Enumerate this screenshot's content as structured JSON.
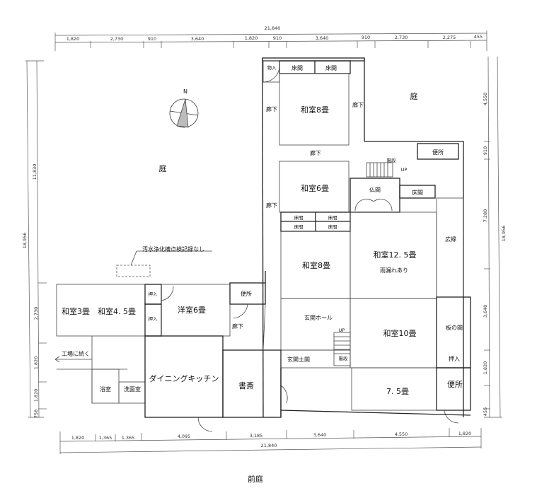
{
  "dimensions": {
    "top_total": "21,840",
    "top": [
      "1,820",
      "2,730",
      "910",
      "3,640",
      "1,820",
      "910",
      "3,640",
      "910",
      "2,730",
      "2,275",
      "455"
    ],
    "bottom": [
      "1,820",
      "1,365",
      "1,365",
      "4,095",
      "3,185",
      "3,640",
      "4,550",
      "1,820"
    ],
    "bottom_total": "21,840",
    "left_total": "18,956",
    "left": [
      "11,830",
      "2,730",
      "1,820",
      "1,820",
      "758"
    ],
    "right": [
      "4,550",
      "910",
      "7,280",
      "3,640",
      "1,820",
      "455"
    ],
    "right_total": "18,956"
  },
  "compass": {
    "label": "N"
  },
  "rooms": {
    "monoire": "物入",
    "tokonoma_a": "床間",
    "tokonoma_b": "床間",
    "washitsu8_upper": "和室8畳",
    "rouka_left_upper": "廊下",
    "rouka_right_upper": "廊下",
    "niwa_right": "庭",
    "rouka_middle": "廊下",
    "benjo_upper": "便所",
    "kaidan_upper": "階段",
    "up_upper": "UP",
    "washitsu6": "和室6畳",
    "butsuma": "仏間",
    "tokonoma_c": "床間",
    "rouka_left_lower": "廊下",
    "tokonoma_d": "床間",
    "tokonoma_e": "床間",
    "tokonoma_f": "床間",
    "tokonoma_g": "床間",
    "washitsu8_lower": "和室8畳",
    "washitsu12_5": "和室12. 5畳",
    "amamori": "雨漏れあり",
    "hiroen": "広縁",
    "genkan_hall": "玄関ホール",
    "up_lower": "UP",
    "kaidan_lower": "階段",
    "genkan_doma": "玄関土間",
    "washitsu10": "和室10畳",
    "itanoma": "板の間",
    "oshiire_right": "押入",
    "room7_5": "7. 5畳",
    "benjo_lower": "便所",
    "niwa_left": "庭",
    "septic_note": "汚水浄化槽点検記録なし",
    "washitsu3": "和室3畳",
    "washitsu4_5": "和室4. 5畳",
    "oshiire_a": "押入",
    "oshiire_b": "押入",
    "youshitsu6": "洋室6畳",
    "benjo_left": "便所",
    "rouka_center": "廊下",
    "factory_note": "工場に続く",
    "yokushitsu": "浴室",
    "senmenshitsu": "洗面室",
    "dining_kitchen": "ダイニングキッチン",
    "shosai": "書斎",
    "maeniwa": "前庭"
  }
}
